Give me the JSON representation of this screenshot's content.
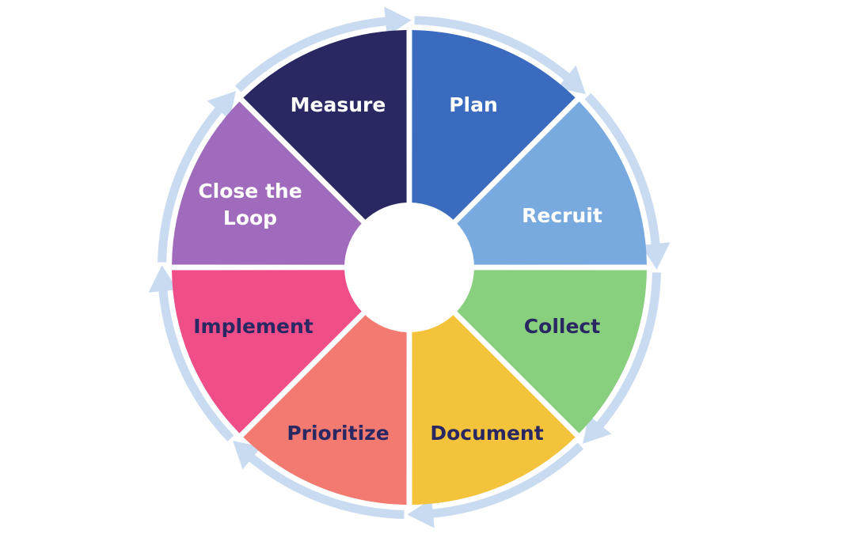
{
  "diagram": {
    "segments": [
      {
        "label_lines": [
          "Plan"
        ],
        "color": "#3A6BBF",
        "text_color": "#FFFFFF"
      },
      {
        "label_lines": [
          "Recruit"
        ],
        "color": "#78AAE0",
        "text_color": "#FFFFFF"
      },
      {
        "label_lines": [
          "Collect"
        ],
        "color": "#88CF7E",
        "text_color": "#2A2862"
      },
      {
        "label_lines": [
          "Document"
        ],
        "color": "#F3C33C",
        "text_color": "#2A2862"
      },
      {
        "label_lines": [
          "Prioritize"
        ],
        "color": "#F37A70",
        "text_color": "#2A2862"
      },
      {
        "label_lines": [
          "Implement"
        ],
        "color": "#EF4E88",
        "text_color": "#2A2862"
      },
      {
        "label_lines": [
          "Close the",
          "Loop"
        ],
        "color": "#A06BBD",
        "text_color": "#FFFFFF"
      },
      {
        "label_lines": [
          "Measure"
        ],
        "color": "#2A2862",
        "text_color": "#FFFFFF"
      }
    ],
    "arrow_color": "#C9DBF1",
    "center_color": "#FFFFFF"
  }
}
